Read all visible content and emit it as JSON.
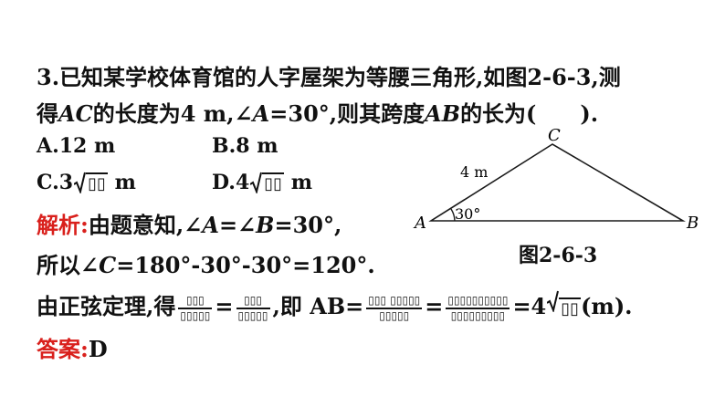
{
  "question": {
    "number": "3.",
    "line1": "已知某学校体育馆的人字屋架为等腰三角形,如图2-6-3,测",
    "line2_a": "得",
    "line2_ac": "AC",
    "line2_b": "的长度为4 m,∠",
    "line2_A": "A",
    "line2_c": "=30°,则其跨度",
    "line2_ab": "AB",
    "line2_d": "的长为(　　)."
  },
  "options": {
    "a": "A.12 m",
    "b": "B.8 m",
    "c_prefix": "C.3",
    "c_radicand": "▯▯",
    "c_suffix": " m",
    "d_prefix": "D.4",
    "d_radicand": "▯▯",
    "d_suffix": " m"
  },
  "solution": {
    "label": "解析:",
    "line1_a": "由题意知,∠",
    "line1_A": "A",
    "line1_b": "=∠",
    "line1_B": "B",
    "line1_c": "=30°,",
    "line2_a": "所以∠",
    "line2_C": "C",
    "line2_b": "=180°-30°-30°=120°.",
    "line3_a": "由正弦定理,得",
    "frac1_num": "▯▯▯",
    "frac1_den": "▯▯▯▯▯",
    "eq1": "=",
    "frac2_num": "▯▯▯",
    "frac2_den": "▯▯▯▯▯",
    "line3_b": ",即 AB=",
    "frac3_num": "▯▯▯ ▯▯▯▯▯",
    "frac3_den": "▯▯▯▯▯",
    "eq2": "=",
    "frac4_num": "▯▯▯▯▯▯▯▯▯▯",
    "frac4_den": "▯▯▯▯▯▯▯▯▯",
    "line3_c": "=4",
    "line3_radicand": "▯▯",
    "line3_d": "(m)."
  },
  "answer": {
    "label": "答案:",
    "value": "D"
  },
  "figure": {
    "vertex_a": "A",
    "vertex_b": "B",
    "vertex_c": "C",
    "side_label": "4 m",
    "angle_label": "30°",
    "caption": "图2-6-3"
  }
}
